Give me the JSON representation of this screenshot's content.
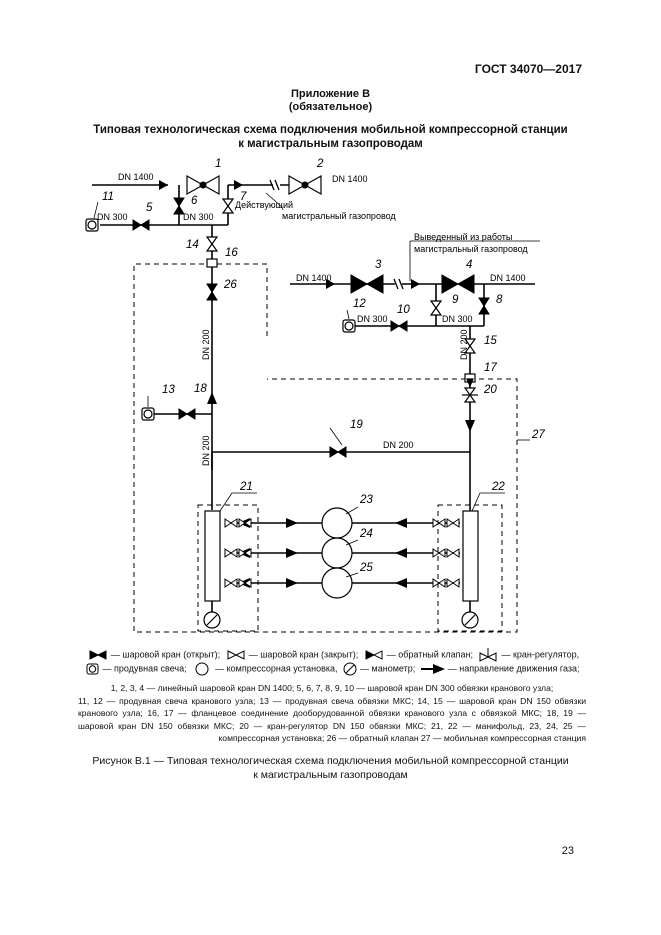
{
  "header": {
    "standard": "ГОСТ 34070—2017"
  },
  "appendix": {
    "title": "Приложение В",
    "status": "(обязательное)"
  },
  "figure": {
    "title_line1": "Типовая технологическая схема подключения мобильной компрессорной станции",
    "title_line2": "к магистральным газопроводам"
  },
  "diagram": {
    "labels": {
      "dn1400_a": "DN 1400",
      "dn1400_b": "DN 1400",
      "dn1400_c": "DN 1400",
      "dn1400_d": "DN 1400",
      "dn300_a": "DN 300",
      "dn300_b": "DN 300",
      "dn300_c": "DN 300",
      "dn300_d": "DN 300",
      "dn200_a": "DN 200",
      "dn200_b": "DN 200",
      "dn200_c": "DN 200",
      "dn200_d": "DN 200",
      "active_line1": "Действующий",
      "active_line2": "магистральный газопровод",
      "out_line1": "Выведенный из работы",
      "out_line2": "магистральный газопровод"
    },
    "numbers": [
      "1",
      "2",
      "3",
      "4",
      "5",
      "6",
      "7",
      "8",
      "9",
      "10",
      "11",
      "12",
      "13",
      "14",
      "15",
      "16",
      "17",
      "18",
      "19",
      "20",
      "21",
      "22",
      "23",
      "24",
      "25",
      "26",
      "27"
    ]
  },
  "legend": {
    "open_valve": "— шаровой кран (открыт);",
    "closed_valve": "— шаровой кран (закрыт);",
    "check_valve": "— обратный клапан;",
    "regulator": "— кран-регулятор,",
    "purge": "— продувная свеча;",
    "compressor": "— компрессорная установка,",
    "gauge": "— манометр;",
    "flow": "— направление движения газа;",
    "line1": "1, 2, 3, 4 — линейный шаровой кран  DN 1400; 5, 6, 7, 8, 9, 10 — шаровой кран DN 300 обвязки кранового узла;",
    "line2": "11, 12 — продувная свеча кранового узла;  13 — продувная свеча обвязки МКС; 14, 15 — шаровой кран DN 150 обвязки кранового узла;  16, 17 — фланцевое соединение дооборудованной обвязки кранового узла с обвязкой МКС;  18, 19 — шаровой кран DN 150 обвязки МКС; 20 — кран-регулятор DN 150 обвязки МКС;  21, 22 — манифольд, 23, 24, 25 — компрессорная установка; 26 — обратный клапан   27 — мобильная компрессорная станция"
  },
  "caption": {
    "line1": "Рисунок В.1 — Типовая технологическая схема подключения мобильной компрессорной станции",
    "line2": "к магистральным газопроводам"
  },
  "page": {
    "number": "23"
  }
}
